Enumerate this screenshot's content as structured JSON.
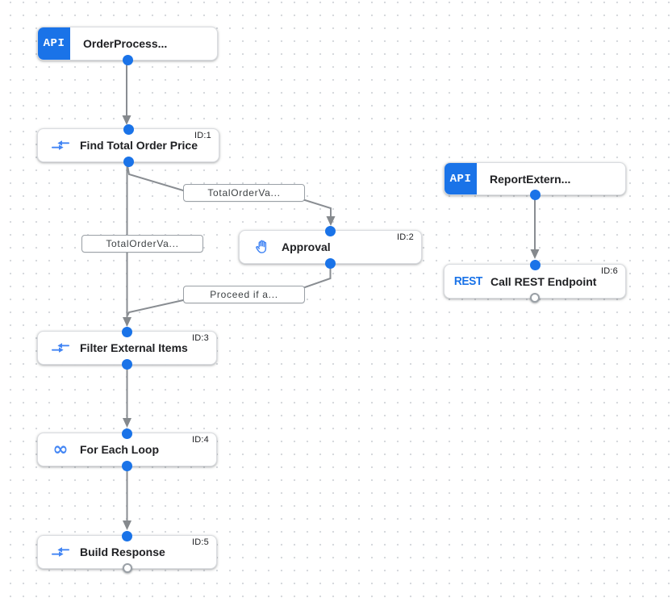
{
  "canvas": {
    "description": "Integration workflow designer canvas"
  },
  "nodes": {
    "trigger_order": {
      "badge": "API",
      "label": "OrderProcess..."
    },
    "find_total": {
      "id": "ID:1",
      "label": "Find Total Order Price",
      "icon": "data-mapping-icon"
    },
    "approval": {
      "id": "ID:2",
      "label": "Approval",
      "icon": "approval-hand-icon"
    },
    "filter_items": {
      "id": "ID:3",
      "label": "Filter External Items",
      "icon": "data-mapping-icon"
    },
    "for_each": {
      "id": "ID:4",
      "label": "For Each Loop",
      "icon": "infinity-loop-icon"
    },
    "build_response": {
      "id": "ID:5",
      "label": "Build Response",
      "icon": "data-mapping-icon"
    },
    "trigger_report": {
      "badge": "API",
      "label": "ReportExtern..."
    },
    "call_rest": {
      "id": "ID:6",
      "label": "Call REST Endpoint",
      "badge": "REST"
    }
  },
  "edge_labels": {
    "find_to_approval": "TotalOrderVa...",
    "find_to_filter": "TotalOrderVa...",
    "approval_to_filter": "Proceed if a..."
  },
  "icons": {
    "infinity_glyph": "∞"
  },
  "colors": {
    "accent_blue": "#1a73e8",
    "icon_blue": "#4285f4",
    "edge_gray": "#898d92",
    "node_border": "#dadce0",
    "grid_dot": "#d6d9dd",
    "label_text": "#3c4043",
    "title_text": "#202124"
  }
}
